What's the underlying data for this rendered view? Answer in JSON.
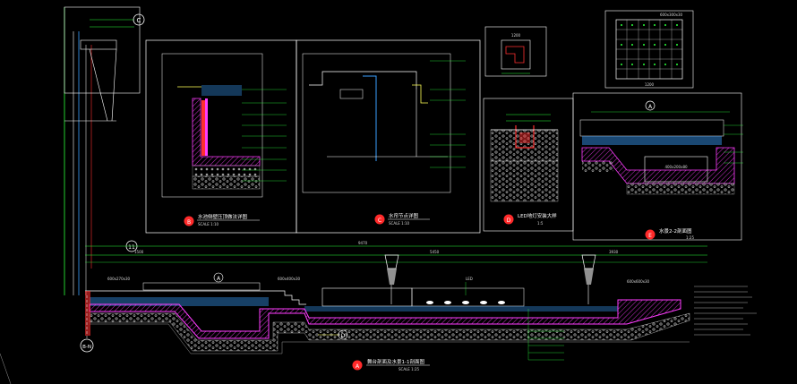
{
  "drawing": {
    "viewport": "model-space",
    "colors": {
      "background": "#000000",
      "frame": "#ffffff",
      "dimension": "#2bff3a",
      "water": "#3aa0ff",
      "concrete": "#ff3cff",
      "wall": "#ff3030",
      "gravel": "#cfcfcf",
      "accent": "#ffff55",
      "cyan": "#3ff"
    }
  },
  "details": [
    {
      "tag": "B",
      "title": "水池侧壁压顶做法详图",
      "scale": "SCALE 1:10"
    },
    {
      "tag": "C",
      "title": "水帘节点详图",
      "scale": "SCALE 1:10"
    },
    {
      "tag": "D",
      "title": "LED地灯安装大样",
      "scale": "1:5"
    },
    {
      "tag": "E",
      "title": "水景2-2剖面图",
      "scale": "1:25"
    },
    {
      "tag": "A",
      "title": "舞台剖面及水景1-1剖面图",
      "scale": "SCALE 1:25"
    }
  ],
  "section_marks": {
    "top_left": "C",
    "grid_left": "11",
    "grid_bottom": "B-N",
    "callout_a": "A",
    "callout_b": "B",
    "callout_d": "D",
    "callout_e": "E"
  },
  "dimensions": {
    "top_plan_width": "1200",
    "top_plan_spec": "600x300x30",
    "small_plan": "1200",
    "section_e_tank": "400x200x80",
    "section_a_total": "9470",
    "section_a_seg1": "1500",
    "section_a_seg2": "5450",
    "section_a_seg3": "3930",
    "elev1": "600x270x30",
    "elev2": "600x400x30",
    "elev3": "600x600x30",
    "led_note": "LED"
  }
}
